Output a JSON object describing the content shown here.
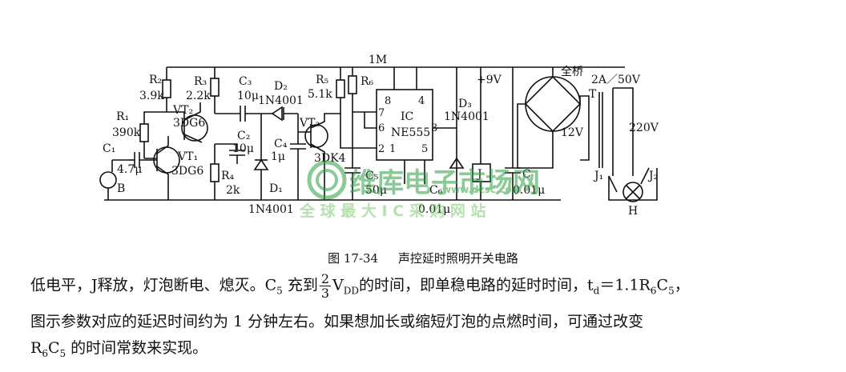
{
  "labels": {
    "top_resistor": "1M",
    "supply": "+9V",
    "bridge": "全桥",
    "transformer_rating": "2A／50V",
    "transformer": "T",
    "secondary_volt": "12V",
    "mains": "220V",
    "r2": "R₂",
    "r2_val": "3.9k",
    "r3": "R₃",
    "r3_val": "2.2k",
    "r1": "R₁",
    "r1_val": "390k",
    "c1": "C₁",
    "c1_val": "4.7μ",
    "mic": "B",
    "vt2": "VT₂",
    "vt2_type": "3DG6",
    "vt1": "VT₁",
    "vt1_type": "3DG6",
    "c3": "C₃",
    "c3_val": "10μ",
    "c2": "C₂",
    "c2_val": "10μ",
    "r4": "R₄",
    "r4_val": "2k",
    "d2": "D₂",
    "d2_type": "1N4001",
    "d1": "D₁",
    "d1_type": "1N4001",
    "c4": "C₄",
    "c4_val": "1μ",
    "vt3": "VT₃",
    "vt3_type": "3DK4",
    "r5": "R₅",
    "r5_val": "5.1k",
    "r6": "R₆",
    "ic": "IC",
    "ic_type": "NE555",
    "pin8": "8",
    "pin4": "4",
    "pin7": "7",
    "pin6": "6",
    "pin3": "3",
    "pin2": "2",
    "pin1": "1",
    "pin5": "5",
    "c5": "C₅",
    "c5_val": "50μ",
    "c6": "C₆",
    "c6_val": "0.01μ",
    "d3": "D₃",
    "d3_type": "1N4001",
    "relay": "J",
    "c7": "C",
    "c7_val": "0.01μ",
    "j1": "J₁",
    "j2": "J₂",
    "lamp": "H"
  },
  "watermark": {
    "brand": "维库电子市场网",
    "url": "www.dzsc.com",
    "slogan": "全 球 最 大 I C 采 购 网 站"
  },
  "caption": {
    "figure_no": "图 17-34",
    "title": "声控延时照明开关电路"
  },
  "text": {
    "p1_a": "低电平，J释放，灯泡断电、熄灭。C",
    "p1_b": "5",
    "p1_c": " 充到",
    "frac_num": "2",
    "frac_den": "3",
    "p1_d": "V",
    "p1_e": "DD",
    "p1_f": "的时间，即单稳电路的延时时间，t",
    "p1_g": "d",
    "p1_h": "＝1.1R",
    "p1_i": "6",
    "p1_j": "C",
    "p1_k": "5",
    "p1_l": "，",
    "p2": "图示参数对应的延迟时间约为 1 分钟左右。如果想加长或缩短灯泡的点燃时间，可通过改变",
    "p3_a": "R",
    "p3_b": "6",
    "p3_c": "C",
    "p3_d": "5",
    "p3_e": " 的时间常数来实现。"
  }
}
